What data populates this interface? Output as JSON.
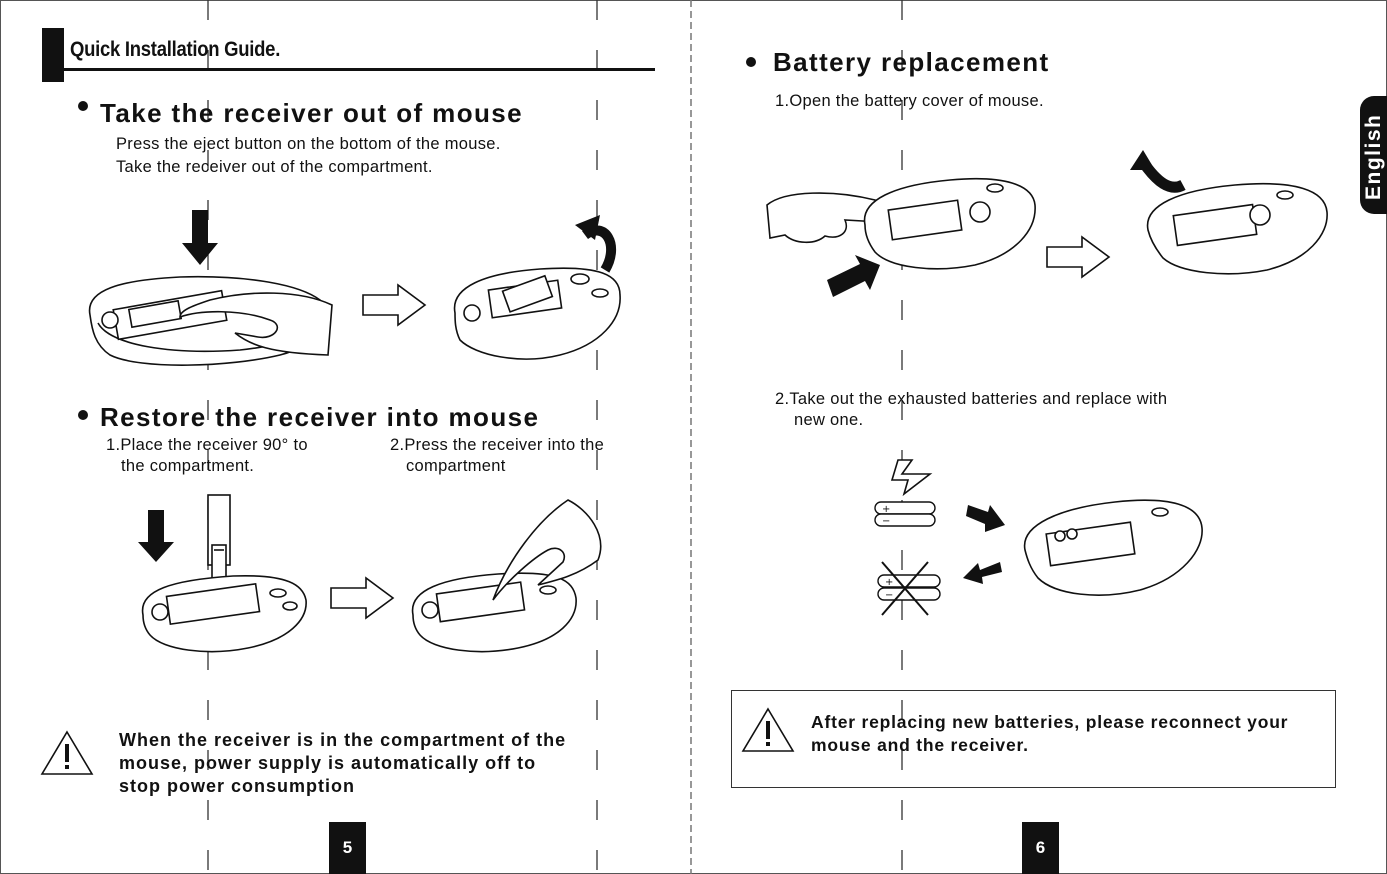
{
  "header": {
    "title": "Quick Installation Guide."
  },
  "language_tab": {
    "label": "English"
  },
  "left_page": {
    "section1": {
      "heading": "Take the receiver out of mouse",
      "line1": "Press the eject button on the bottom of the mouse.",
      "line2": "Take the receiver out of the compartment."
    },
    "section2": {
      "heading": "Restore the receiver into mouse",
      "step1_line1": "1.Place the receiver 90° to",
      "step1_line2": "the compartment.",
      "step2_line1": "2.Press the receiver into the",
      "step2_line2": "compartment"
    },
    "warning": {
      "line1": "When the receiver is in the compartment of the",
      "line2": "mouse, power supply is automatically off to",
      "line3": "stop power consumption"
    },
    "page_number": "5"
  },
  "right_page": {
    "section3": {
      "heading": "Battery replacement",
      "step1": "1.Open the battery cover of mouse.",
      "step2_line1": "2.Take out the exhausted batteries and replace with",
      "step2_line2": "new one."
    },
    "caution": {
      "line1": "After replacing new batteries, please reconnect your",
      "line2": "mouse and the receiver."
    },
    "page_number": "6"
  },
  "icons": [
    "warning-triangle-icon",
    "arrow-down-icon",
    "arrow-right-outline-icon",
    "curved-arrow-icon",
    "lightning-icon",
    "battery-icon",
    "cross-icon",
    "mouse-illustration",
    "hand-illustration"
  ]
}
